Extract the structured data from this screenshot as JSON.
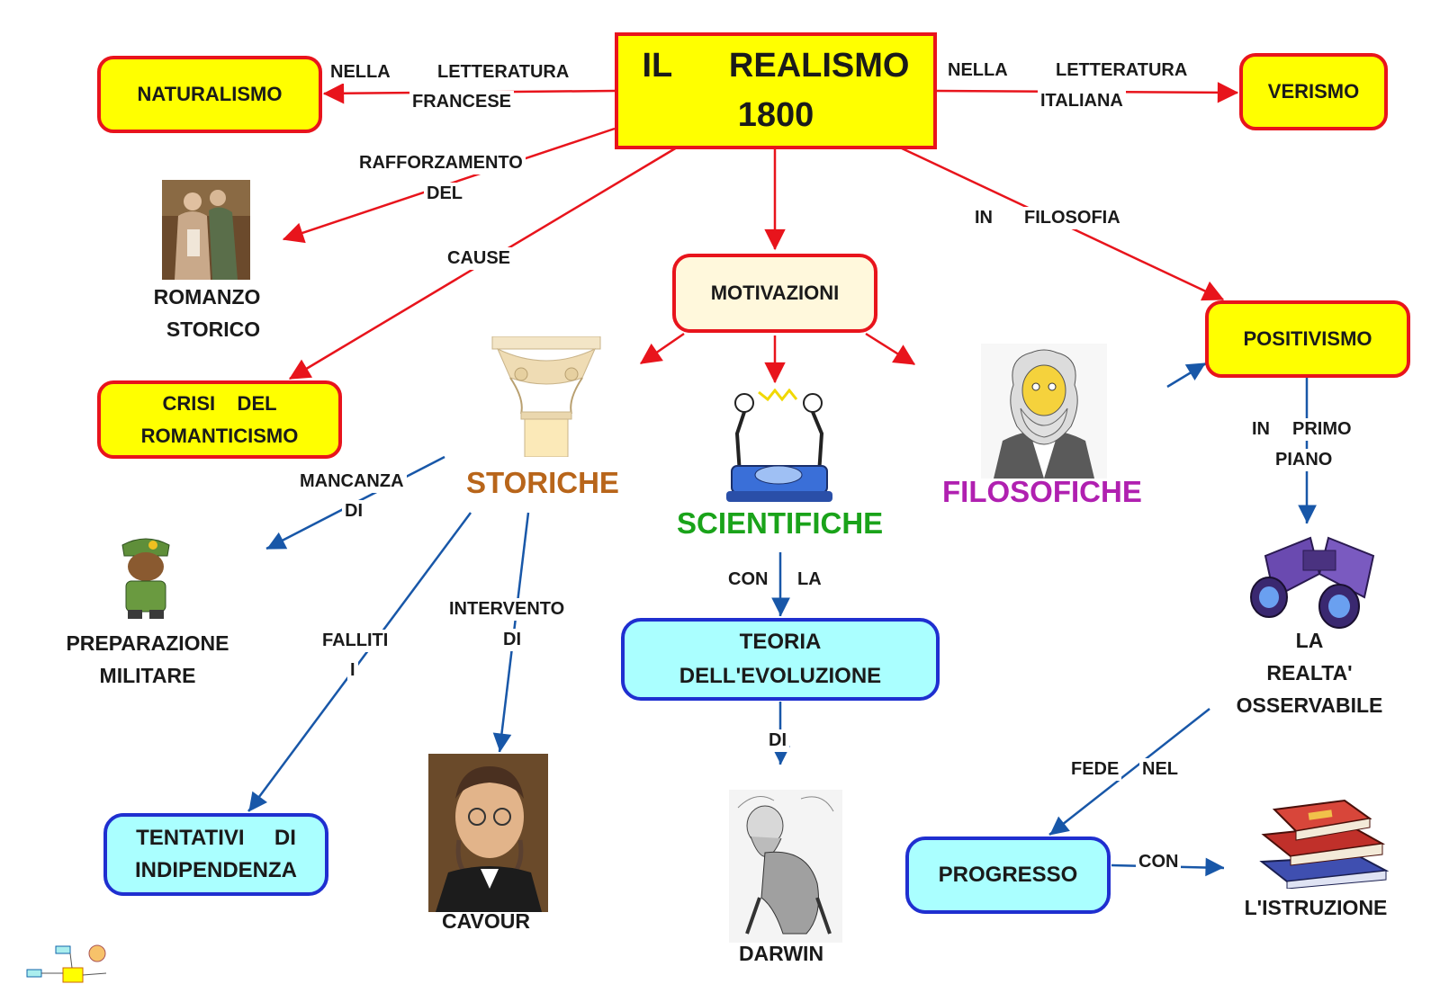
{
  "colors": {
    "red_arrow": "#e8141c",
    "blue_arrow": "#1857a8",
    "yellow_fill": "#ffff00",
    "cyan_fill": "#aaffff",
    "cream_fill": "#fff8dc",
    "storiche": "#b8651a",
    "scientifiche": "#1aa31a",
    "filosofiche": "#b020b0"
  },
  "title": {
    "line1": "IL      REALISMO",
    "line2": "1800"
  },
  "nodes": {
    "naturalismo": "NATURALISMO",
    "verismo": "VERISMO",
    "motivazioni": "MOTIVAZIONI",
    "positivismo": "POSITIVISMO",
    "crisi_line1": "CRISI    DEL",
    "crisi_line2": "ROMANTICISMO",
    "teoria_line1": "TEORIA",
    "teoria_line2": "DELL'EVOLUZIONE",
    "tentativi_line1": "TENTATIVI     DI",
    "tentativi_line2": "INDIPENDENZA",
    "progresso": "PROGRESSO"
  },
  "categories": {
    "storiche": "STORICHE",
    "scientifiche": "SCIENTIFICHE",
    "filosofiche": "FILOSOFICHE"
  },
  "captions": {
    "romanzo_line1": "ROMANZO",
    "romanzo_line2": "STORICO",
    "preparazione_line1": "PREPARAZIONE",
    "preparazione_line2": "MILITARE",
    "cavour": "CAVOUR",
    "darwin": "DARWIN",
    "realta_line1": "LA",
    "realta_line2": "REALTA'",
    "realta_line3": "OSSERVABILE",
    "istruzione": "L'ISTRUZIONE"
  },
  "links": {
    "nella_fr_1": "NELLA",
    "letteratura_fr": "LETTERATURA",
    "francese": "FRANCESE",
    "nella_it_1": "NELLA",
    "letteratura_it": "LETTERATURA",
    "italiana": "ITALIANA",
    "rafforzamento": "RAFFORZAMENTO",
    "del": "DEL",
    "cause": "CAUSE",
    "in": "IN",
    "filosofia": "FILOSOFIA",
    "mancanza": "MANCANZA",
    "di_mancanza": "DI",
    "falliti": "FALLITI",
    "i_falliti": "I",
    "intervento": "INTERVENTO",
    "di_intervento": "DI",
    "con_sci": "CON",
    "la_sci": "LA",
    "di_darwin": "DI",
    "in_primo": "IN",
    "primo": "PRIMO",
    "piano": "PIANO",
    "fede": "FEDE",
    "nel": "NEL",
    "con_progresso": "CON"
  }
}
